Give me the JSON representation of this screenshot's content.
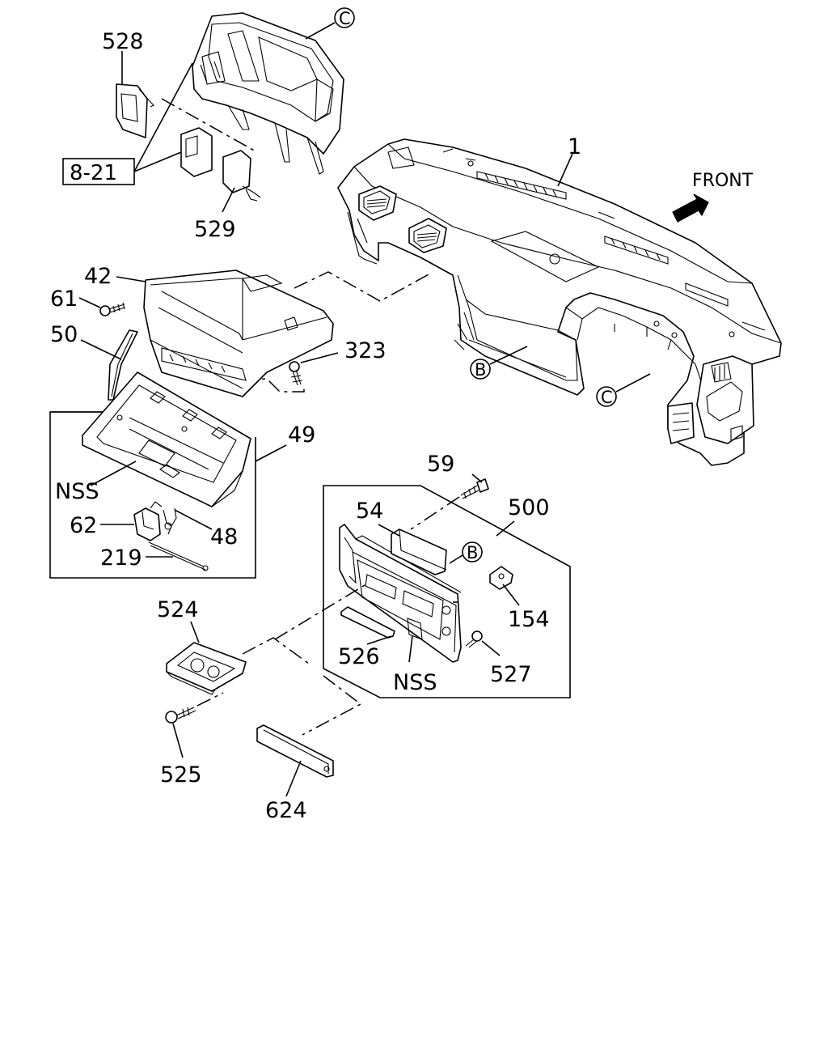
{
  "labels": {
    "p1": "1",
    "p528": "528",
    "p529": "529",
    "ref821": "8-21",
    "p42": "42",
    "p61": "61",
    "p50": "50",
    "p323": "323",
    "p49": "49",
    "nss1": "NSS",
    "p62": "62",
    "p48": "48",
    "p219": "219",
    "p59": "59",
    "p500": "500",
    "p54": "54",
    "p154": "154",
    "p526": "526",
    "nss2": "NSS",
    "p527": "527",
    "p524": "524",
    "p525": "525",
    "p624": "624"
  },
  "callouts": {
    "c_top": "C",
    "c_dash": "C",
    "b_dash": "B",
    "b_panel": "B"
  },
  "front": "FRONT"
}
